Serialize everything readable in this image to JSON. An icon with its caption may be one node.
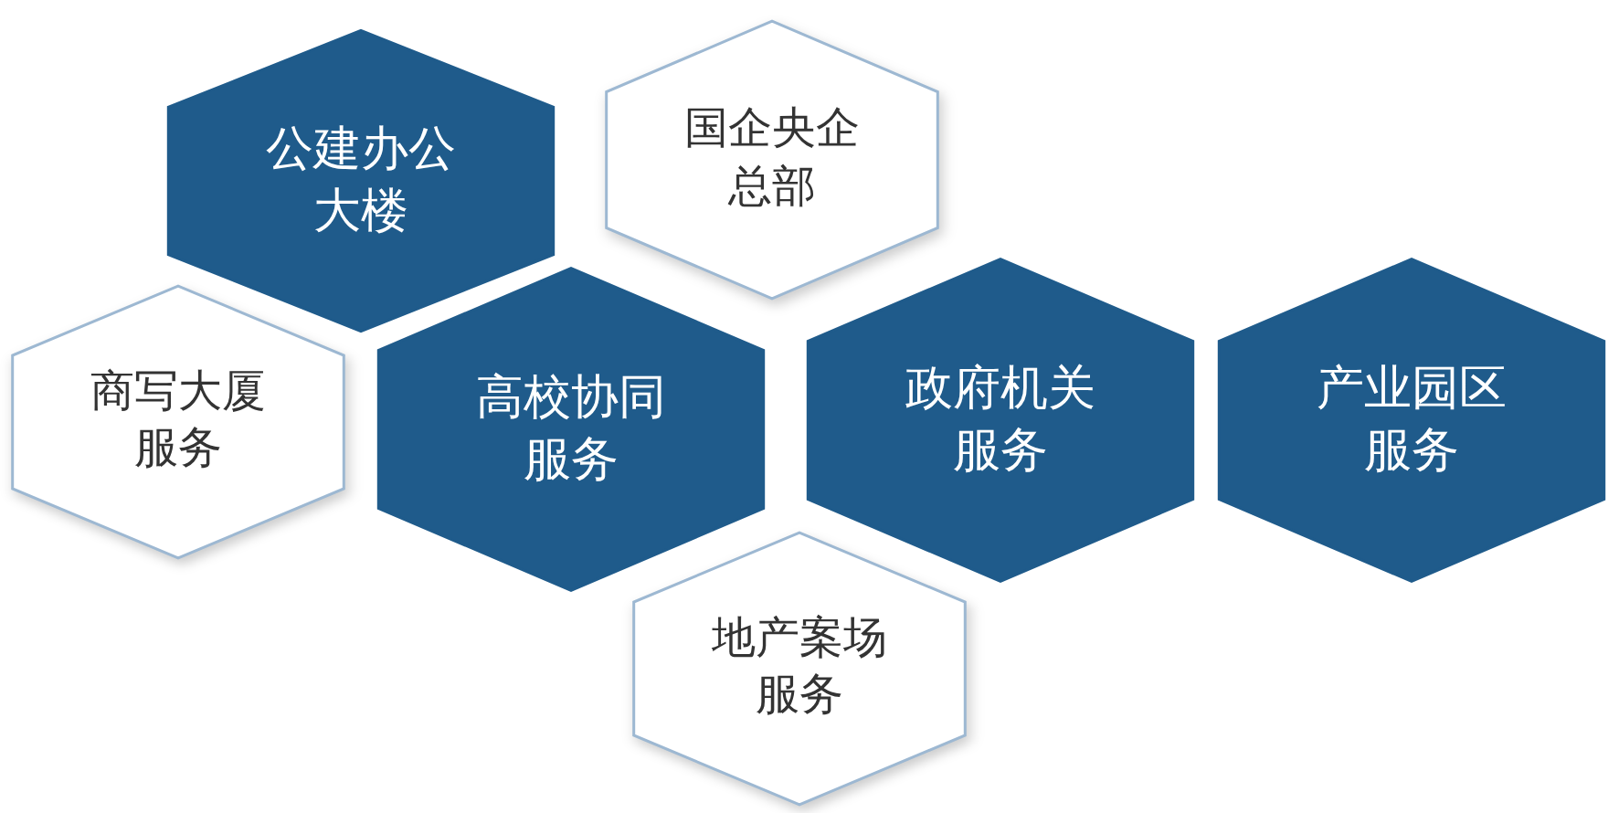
{
  "diagram": {
    "nodes": [
      {
        "text": [
          "公建办公大楼"
        ]
      },
      {
        "text": [
          "国企央企总部"
        ]
      },
      {
        "text": [
          "商写大厦服务"
        ]
      },
      {
        "text": [
          "高校协同服务"
        ]
      },
      {
        "text": [
          "政府机关服务"
        ]
      },
      {
        "text": [
          "产业园区服务"
        ]
      },
      {
        "text": [
          "地产案场服务"
        ]
      }
    ]
  }
}
